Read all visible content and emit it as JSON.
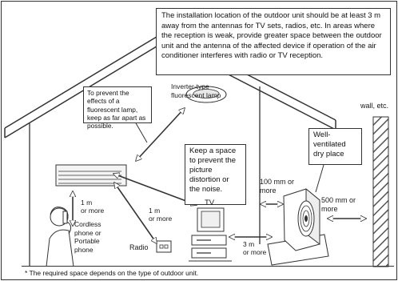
{
  "notes": {
    "top": "The installation location of the outdoor unit should be at least 3 m away from the antennas for TV sets, radios, etc. In areas where the reception is weak, provide greater space between the outdoor unit and the antenna of the affected device if operation of the air conditioner interferes with radio or TV reception.",
    "fluorescent": "To prevent the effects of a fluorescent lamp, keep as far apart as possible.",
    "picture": "Keep a space to prevent the picture distortion or the noise.",
    "ventilated": "Well-ventilated dry place",
    "footer": "* The required space depends on the type of outdoor unit."
  },
  "labels": {
    "inverter_lamp": "Inverter-type fluorescent lamp",
    "wall": "wall, etc.",
    "one_m_or_more_left": "1 m\nor more",
    "one_m_or_more_mid": "1 m\nor more",
    "cordless_phone": "Cordless\nphone or\nPortable\nphone",
    "radio": "Radio",
    "tv": "TV",
    "three_m_or_more": "3 m\nor more",
    "mm100_or_more": "100 mm or\nmore",
    "mm500_or_more": "500 mm or\nmore"
  },
  "colors": {
    "line": "#333333",
    "wall_hatch": "#555555",
    "text": "#111111"
  }
}
